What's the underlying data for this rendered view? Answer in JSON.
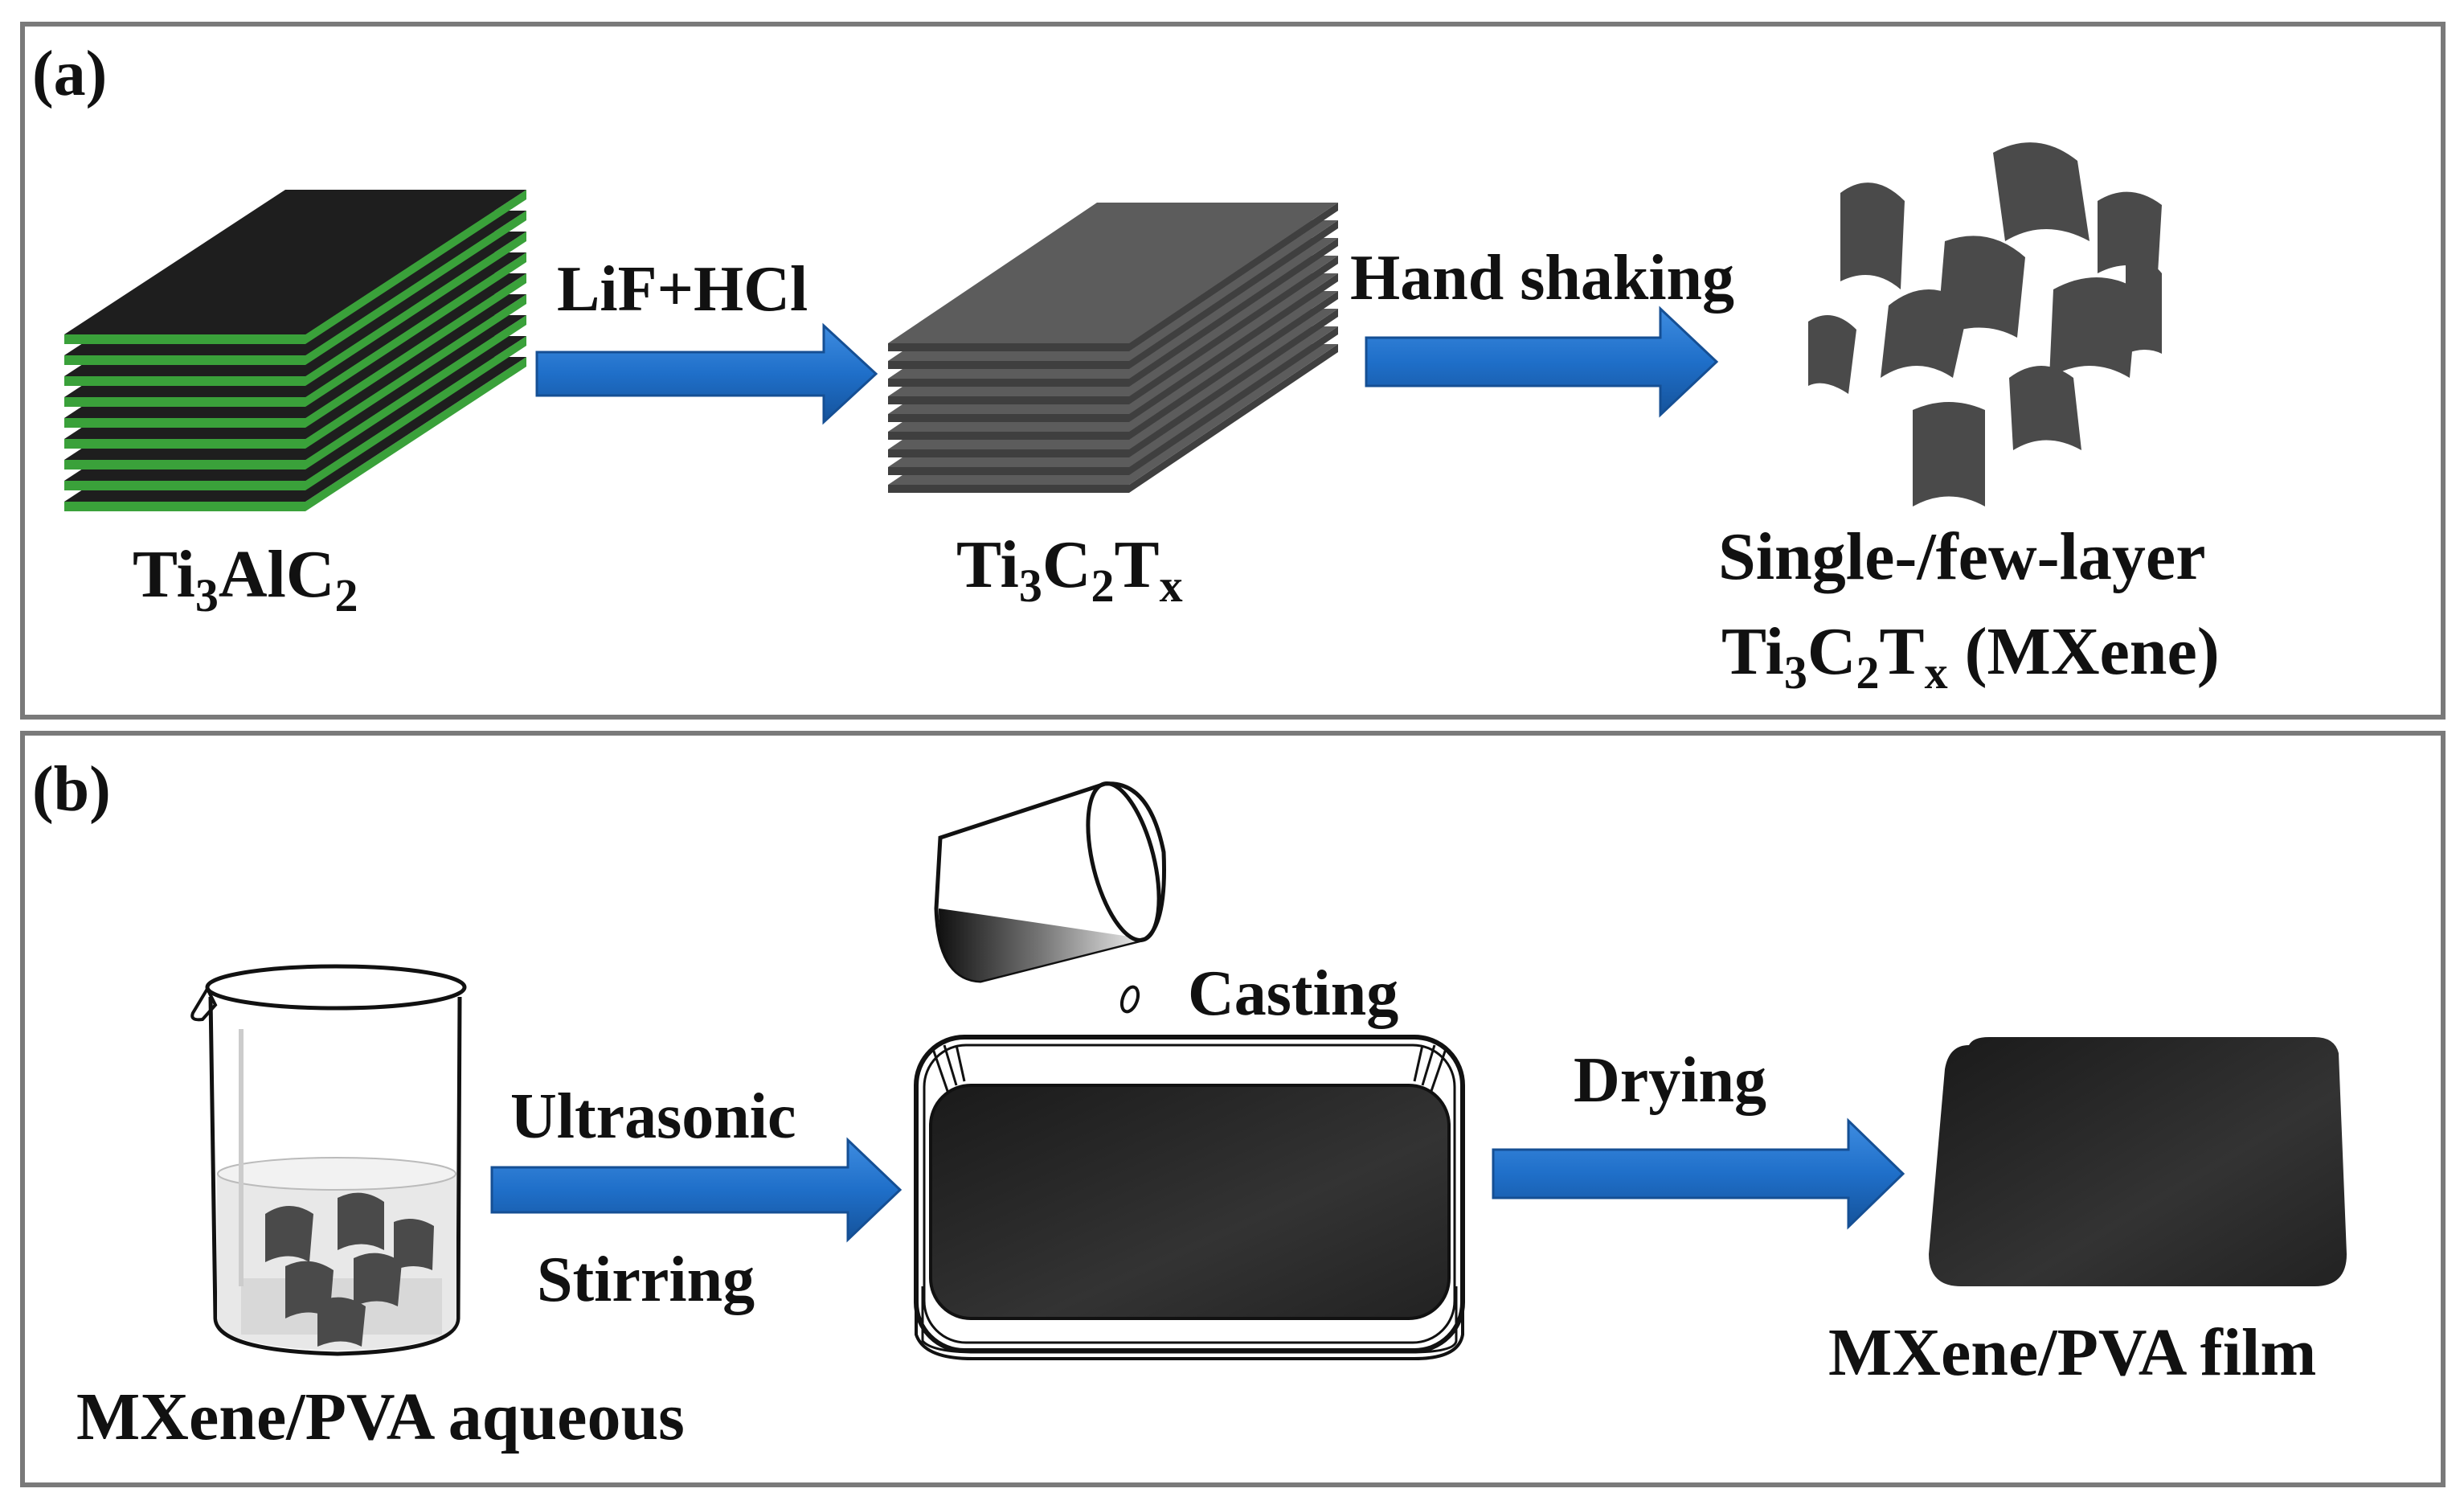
{
  "panel_a": {
    "label": "(a)",
    "step1_label": "LiF+HCl",
    "step2_label": "Hand shaking",
    "max_phase": {
      "base": "Ti",
      "s1": "3",
      "mid": "AlC",
      "s2": "2"
    },
    "etched": {
      "a": "Ti",
      "s1": "3",
      "b": "C",
      "s2": "2",
      "c": "T",
      "s3": "x"
    },
    "product_line1": "Single-/few-layer",
    "product_line2": {
      "a": "Ti",
      "s1": "3",
      "b": "C",
      "s2": "2",
      "c": "T",
      "s3": "x",
      "tail": " (MXene)"
    }
  },
  "panel_b": {
    "label": "(b)",
    "beaker_label": "MXene/PVA aqueous",
    "step1_top": "Ultrasonic",
    "step1_bottom": "Stirring",
    "cast_label": "Casting",
    "dry_label": "Drying",
    "film_label": "MXene/PVA film"
  },
  "colors": {
    "arrow": "#1f6fc9",
    "max_layer": "#1e1e1e",
    "al_layer": "#3aa13a",
    "mxene_layer": "#5c5c5c",
    "flake": "#4a4a4a",
    "film": "#262626",
    "frame": "#7a7a7a"
  }
}
